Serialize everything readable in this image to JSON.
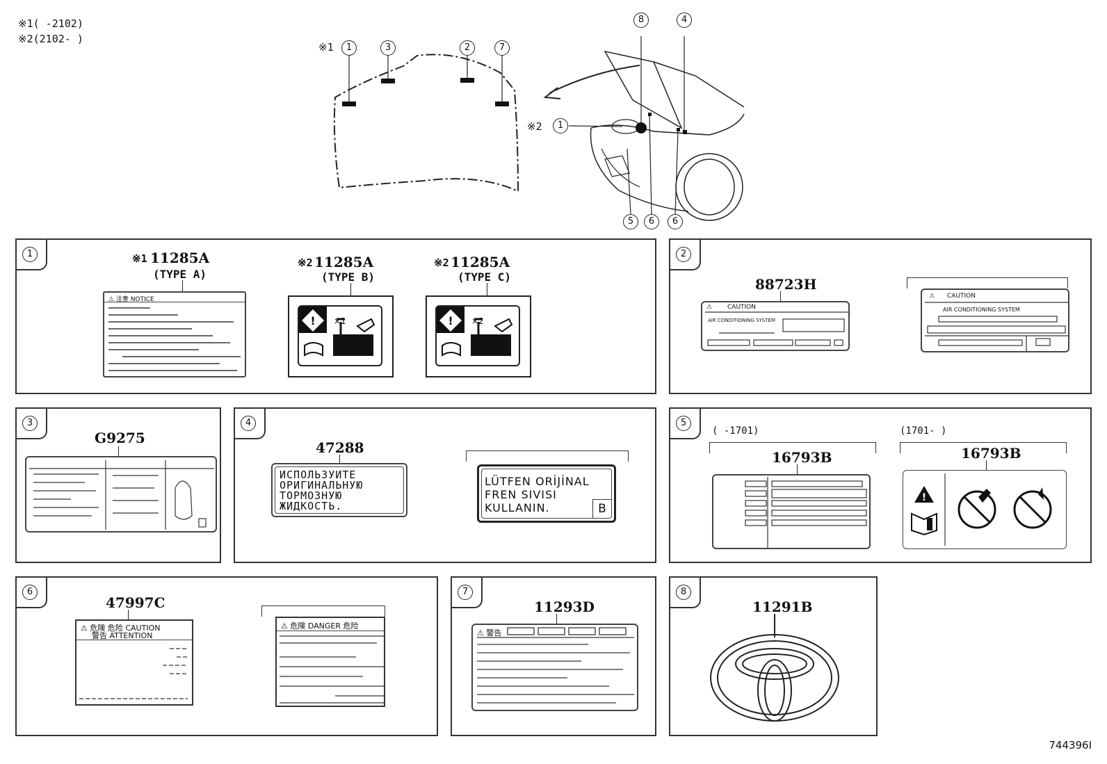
{
  "notes": {
    "n1": "※1(     -2102)",
    "n2": "※2(2102-     )"
  },
  "callouts": {
    "c1": "1",
    "c2": "2",
    "c3": "3",
    "c4": "4",
    "c5": "5",
    "c6": "6",
    "c7": "7",
    "c8": "8",
    "mark1": "※1",
    "mark2": "※2"
  },
  "panel1": {
    "num": "1",
    "a_mark": "※1",
    "a_part": "11285A",
    "a_type": "(TYPE A)",
    "a_head": "⚠ 注意  NOTICE",
    "b_mark": "※2",
    "b_part": "11285A",
    "b_type": "(TYPE B)",
    "b_count": "×1",
    "c_mark": "※2",
    "c_part": "11285A",
    "c_type": "(TYPE C)",
    "c_count": "×2"
  },
  "panel2": {
    "num": "2",
    "part": "88723H",
    "l1_head": "CAUTION",
    "l1_sub": "AIR CONDITIONING SYSTEM",
    "l2_head": "CAUTION",
    "l2_sub": "AIR CONDITIONING SYSTEM"
  },
  "panel3": {
    "num": "3",
    "part": "G9275"
  },
  "panel4": {
    "num": "4",
    "part": "47288",
    "rus": [
      "ИСПОЛЬЗУИТЕ",
      "ОРИГИНАЛЬНУЮ",
      "ТОРМОЗНУЮ",
      "ЖИДКОСТЬ."
    ],
    "tur": [
      "LÜTFEN ORİJİNAL",
      "FREN SIVISI",
      "KULLANIN."
    ],
    "tur_tag": "B"
  },
  "panel5": {
    "num": "5",
    "r1": "(     -1701)",
    "p1": "16793B",
    "r2": "(1701-     )",
    "p2": "16793B"
  },
  "panel6": {
    "num": "6",
    "part": "47997C",
    "l1_head1": "⚠ 危険 危险 CAUTION",
    "l1_head2": "警告  ATTENTION",
    "l2_head": "⚠ 危険  DANGER  危险"
  },
  "panel7": {
    "num": "7",
    "part": "11293D",
    "head": "⚠ 警告"
  },
  "panel8": {
    "num": "8",
    "part": "11291B"
  },
  "image_id": "744396I"
}
